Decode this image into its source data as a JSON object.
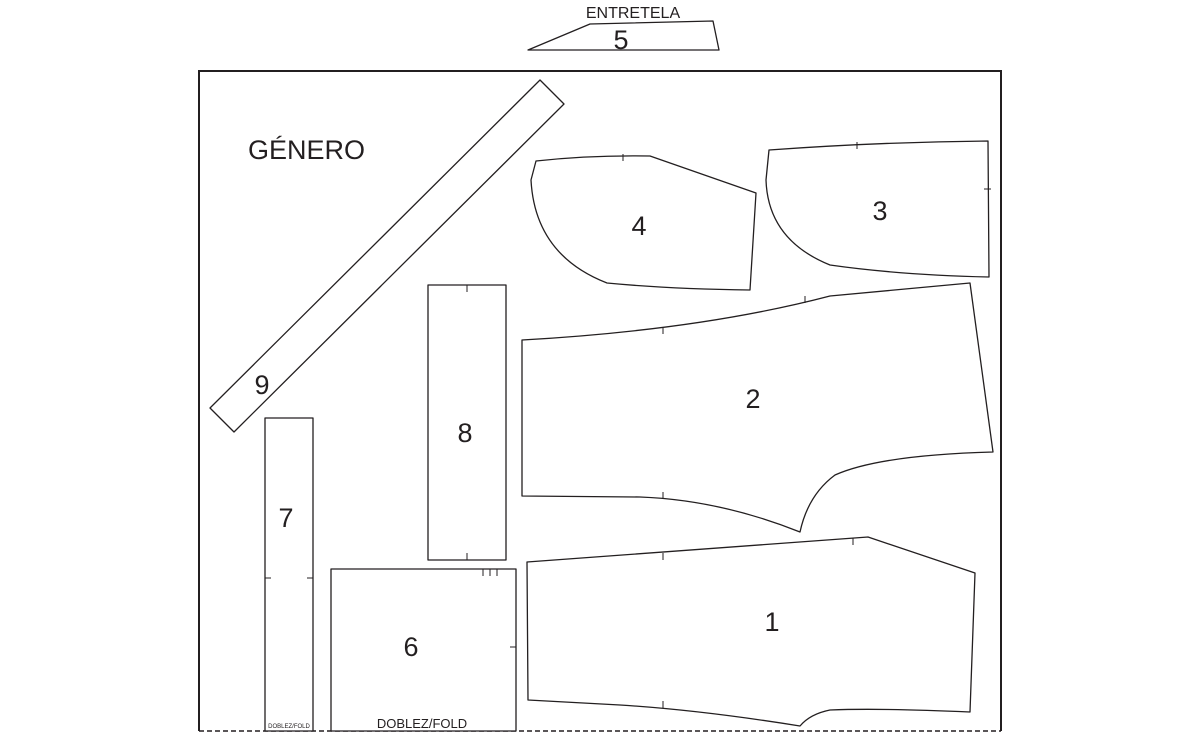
{
  "interfacing_label": "ENTRETELA",
  "fabric_label": "GÉNERO",
  "fold_label": "DOBLEZ/FOLD",
  "colors": {
    "line": "#231f20",
    "background": "#ffffff"
  },
  "pieces": [
    {
      "id": "piece-1",
      "number": "1"
    },
    {
      "id": "piece-2",
      "number": "2"
    },
    {
      "id": "piece-3",
      "number": "3"
    },
    {
      "id": "piece-4",
      "number": "4"
    },
    {
      "id": "piece-5",
      "number": "5"
    },
    {
      "id": "piece-6",
      "number": "6"
    },
    {
      "id": "piece-7",
      "number": "7"
    },
    {
      "id": "piece-8",
      "number": "8"
    },
    {
      "id": "piece-9",
      "number": "9"
    }
  ]
}
